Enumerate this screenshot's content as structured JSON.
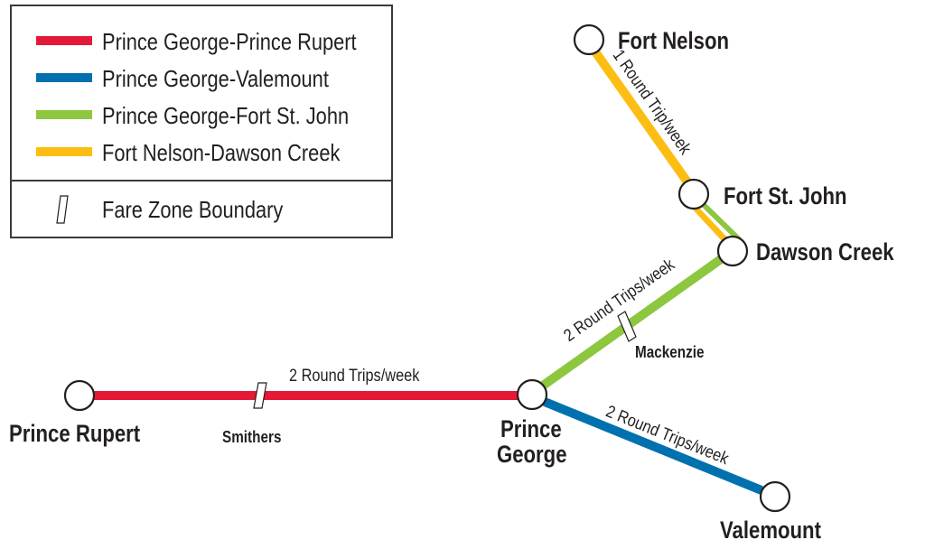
{
  "legend": {
    "routes": [
      {
        "label": "Prince George-Prince Rupert",
        "color": "#E31937"
      },
      {
        "label": "Prince George-Valemount",
        "color": "#0071AE"
      },
      {
        "label": "Prince George-Fort St. John",
        "color": "#8DC63F"
      },
      {
        "label": "Fort Nelson-Dawson Creek",
        "color": "#FDBE14"
      }
    ],
    "fare_zone_label": "Fare Zone Boundary"
  },
  "stations": {
    "prince_rupert": "Prince Rupert",
    "prince_george_line1": "Prince",
    "prince_george_line2": "George",
    "valemount": "Valemount",
    "dawson_creek": "Dawson Creek",
    "fort_st_john": "Fort St. John",
    "fort_nelson": "Fort Nelson"
  },
  "fare_zone_points": {
    "smithers": "Smithers",
    "mackenzie": "Mackenzie"
  },
  "frequencies": {
    "pr_pg": "2 Round Trips/week",
    "pg_val": "2 Round Trips/week",
    "pg_dc": "2 Round Trips/week",
    "fn_dc": "1 Round Trip/week"
  }
}
